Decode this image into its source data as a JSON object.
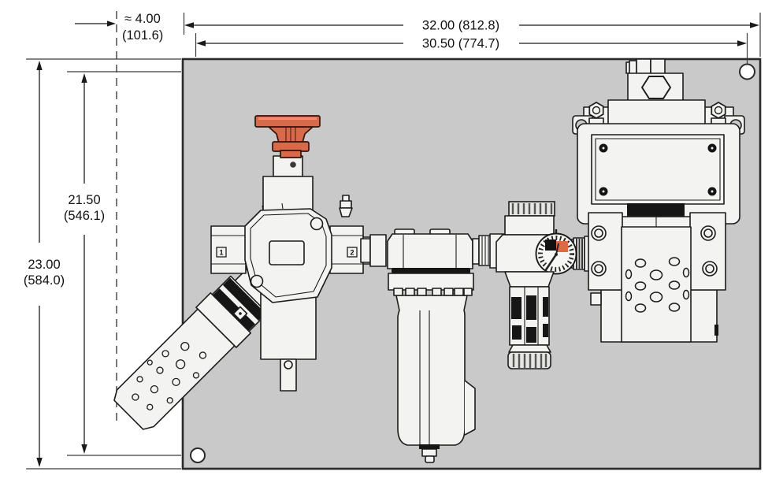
{
  "drawing": {
    "description": "Dimensioned outline drawing of a panel-mounted pneumatic shutoff valve, filter, regulator and valve block assembly",
    "panel_color": "#c9c9c9",
    "outline_color": "#1c1c1c",
    "handle_color": "#d8694a",
    "gauge_accent_color": "#dd6b42"
  },
  "dimensions": {
    "offset": {
      "inches": "≈ 4.00",
      "mm": "(101.6)"
    },
    "width_outer": {
      "label": "32.00 (812.8)"
    },
    "width_inner": {
      "label": "30.50 (774.7)"
    },
    "height_outer": {
      "inches": "23.00",
      "mm": "(584.0)"
    },
    "height_inner": {
      "inches": "21.50",
      "mm": "(546.1)"
    }
  },
  "ports": {
    "p1": "1",
    "p2": "2"
  }
}
